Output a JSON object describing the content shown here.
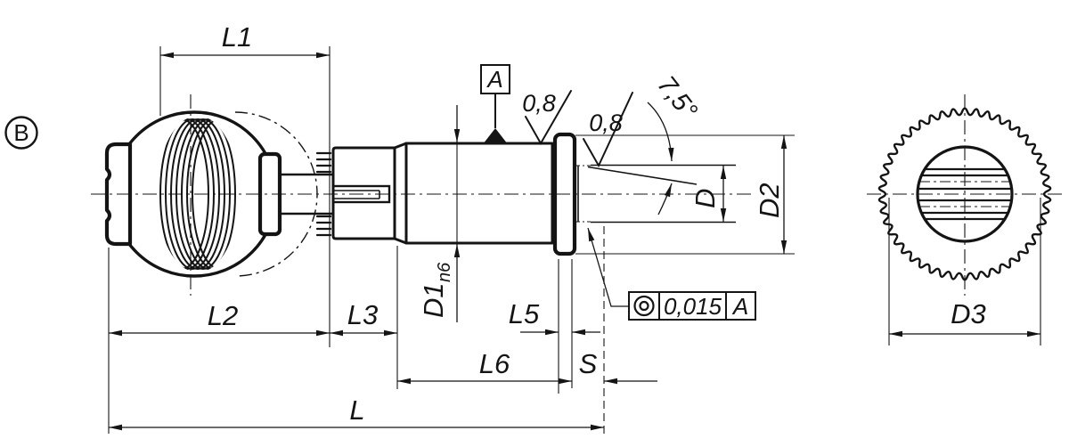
{
  "drawing": {
    "view_label": "B",
    "colors": {
      "ink": "#141414",
      "paper": "#ffffff"
    },
    "labels": {
      "L1": "L1",
      "L2": "L2",
      "L3": "L3",
      "L5": "L5",
      "L6": "L6",
      "L": "L",
      "S": "S",
      "D": "D",
      "D1": "D1",
      "D1_tolerance": "n6",
      "D2": "D2",
      "D3": "D3",
      "angle": "7,5°",
      "roughness_body": "0,8",
      "roughness_pin": "0,8",
      "datum": "A"
    },
    "feature_control_frame": {
      "characteristic": "concentricity",
      "value": "0,015",
      "datum": "A"
    }
  }
}
